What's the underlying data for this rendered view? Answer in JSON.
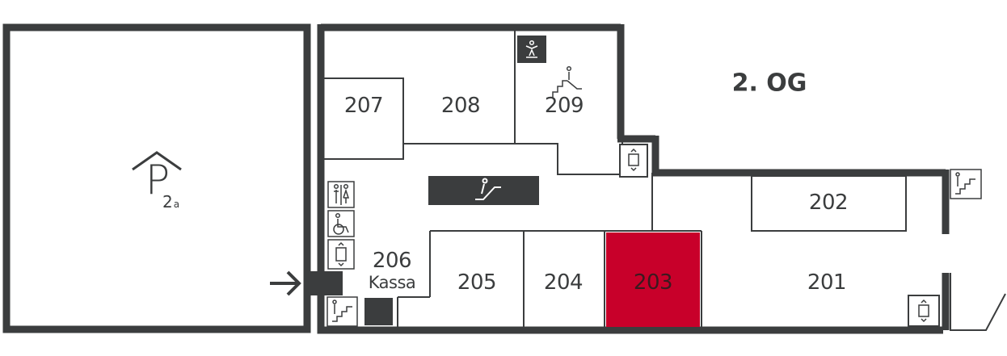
{
  "floor_label": "2. OG",
  "parking": {
    "letter": "P",
    "sub": "2",
    "sub_suffix": "a"
  },
  "rooms": {
    "r201": "201",
    "r202": "202",
    "r203": "203",
    "r204": "204",
    "r205": "205",
    "r206": "206",
    "r206_sub": "Kassa",
    "r207": "207",
    "r208": "208",
    "r209": "209"
  },
  "colors": {
    "wall": "#3b3d3e",
    "highlight": "#c8002a",
    "background": "#ffffff"
  },
  "icons": [
    "parking-icon",
    "entrance-arrow-icon",
    "elevator-icon",
    "escalator-icon",
    "stairs-icon",
    "toilets-icon",
    "wheelchair-icon",
    "baby-changing-icon",
    "roof-terrace-icon"
  ],
  "highlighted_room": "203"
}
